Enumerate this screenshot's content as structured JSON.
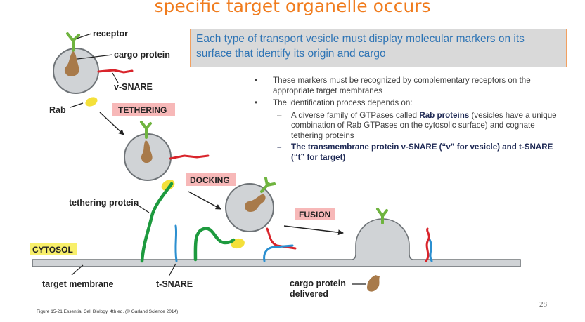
{
  "title": "specific target organelle occurs",
  "callout": "Each type of transport vesicle must display molecular markers on its surface that identify its origin and cargo",
  "bullets": {
    "b1": "These markers must be recognized by complementary receptors on the appropriate target membranes",
    "b2": "The identification process depends on:",
    "s1_pre": "A diverse family of GTPases called ",
    "s1_bold": "Rab proteins",
    "s1_post": " (vesicles have a unique combination of Rab GTPases on the cytosolic surface) and cognate tethering proteins",
    "s2": "The transmembrane protein v-SNARE (“v” for vesicle) and t-SNARE (“t” for target)"
  },
  "diagram": {
    "labels": {
      "receptor": "receptor",
      "cargo_protein": "cargo protein",
      "v_snare": "v-SNARE",
      "rab": "Rab",
      "tethering_protein": "tethering protein",
      "cytosol": "CYTOSOL",
      "target_membrane": "target membrane",
      "t_snare": "t-SNARE",
      "cargo_delivered_1": "cargo protein",
      "cargo_delivered_2": "delivered"
    },
    "stages": {
      "tethering": "TETHERING",
      "docking": "DOCKING",
      "fusion": "FUSION"
    },
    "colors": {
      "vesicle_fill": "#d0d3d6",
      "vesicle_stroke": "#6e7377",
      "receptor": "#6fb43f",
      "cargo": "#a87a4a",
      "v_snare": "#d9242b",
      "t_snare": "#2b8fd0",
      "rab": "#f4e03a",
      "tether": "#1d9a3e",
      "stage_label_bg": "#f7b8b8",
      "cytosol_bg": "#f8ef6a",
      "title": "#f07c1e",
      "callout_text": "#2e74b5"
    }
  },
  "footer": "Figure 15-21  Essential Cell Biology, 4th ed. (© Garland Science 2014)",
  "page_number": "28"
}
